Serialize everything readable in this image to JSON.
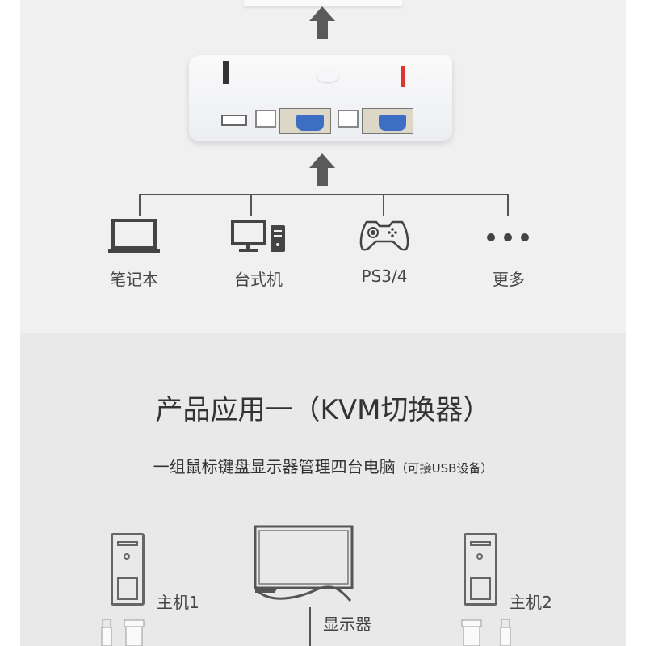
{
  "devices": [
    {
      "label": "笔记本",
      "icon": "laptop-icon"
    },
    {
      "label": "台式机",
      "icon": "desktop-icon"
    },
    {
      "label": "PS3/4",
      "icon": "gamepad-icon"
    },
    {
      "label": "更多",
      "icon": "more-icon"
    }
  ],
  "section": {
    "title": "产品应用一（KVM切换器）",
    "subtitle": "一组鼠标键盘显示器管理四台电脑",
    "subtitle_note": "（可接USB设备）"
  },
  "diagram": {
    "host1": "主机1",
    "host2": "主机2",
    "monitor": "显示器"
  },
  "colors": {
    "panel_top": "#f0f0f0",
    "panel_bottom": "#e9e9e9",
    "arrow": "#5a5a5a",
    "vga_blue": "#3c6fc4"
  }
}
